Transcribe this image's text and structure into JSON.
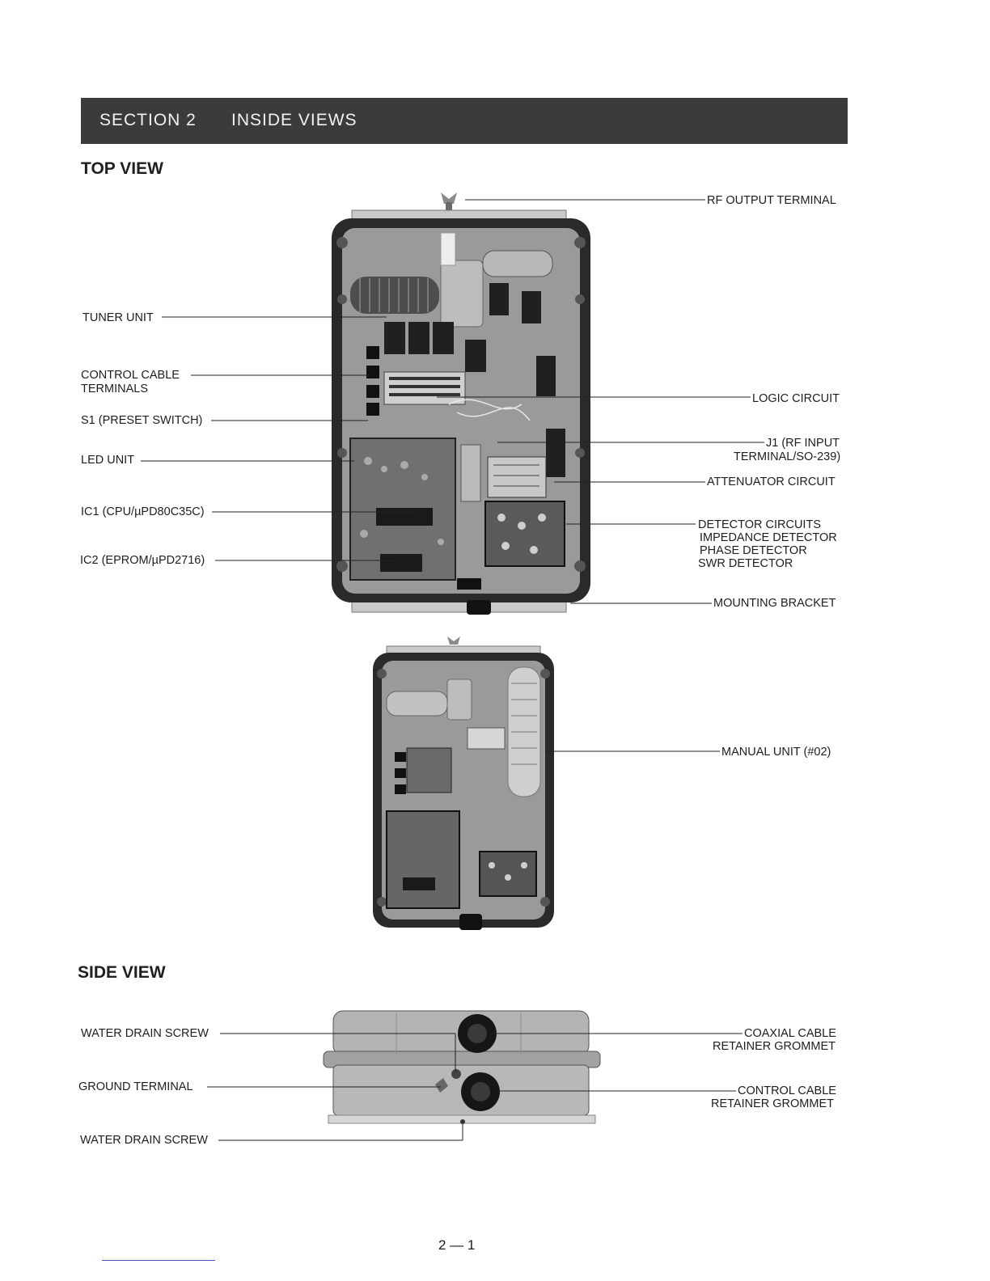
{
  "header": {
    "section": "SECTION  2",
    "title": "INSIDE VIEWS"
  },
  "top_view": {
    "heading": "TOP VIEW",
    "left_labels": {
      "tuner_unit": "TUNER UNIT",
      "control_cable_1": "CONTROL CABLE",
      "control_cable_2": "TERMINALS",
      "s1": "S1 (PRESET SWITCH)",
      "led_unit": "LED UNIT",
      "ic1": "IC1 (CPU/µPD80C35C)",
      "ic2": "IC2 (EPROM/µPD2716)"
    },
    "right_labels": {
      "rf_output": "RF OUTPUT TERMINAL",
      "logic": "LOGIC CIRCUIT",
      "j1_1": "J1 (RF INPUT",
      "j1_2": "TERMINAL/SO-239)",
      "attenuator": "ATTENUATOR CIRCUIT",
      "detector_1": "DETECTOR CIRCUITS",
      "detector_2": "IMPEDANCE DETECTOR",
      "detector_3": "PHASE DETECTOR",
      "detector_4": "SWR DETECTOR",
      "mounting": "MOUNTING BRACKET"
    }
  },
  "manual_view": {
    "manual_unit": "MANUAL UNIT (#02)"
  },
  "side_view": {
    "heading": "SIDE VIEW",
    "left_labels": {
      "water_drain_1": "WATER DRAIN SCREW",
      "ground": "GROUND TERMINAL",
      "water_drain_2": "WATER DRAIN SCREW"
    },
    "right_labels": {
      "coax_1": "COAXIAL CABLE",
      "coax_2": "RETAINER GROMMET",
      "ctrl_1": "CONTROL CABLE",
      "ctrl_2": "RETAINER GROMMET"
    }
  },
  "footer": {
    "page_number": "2 — 1"
  }
}
